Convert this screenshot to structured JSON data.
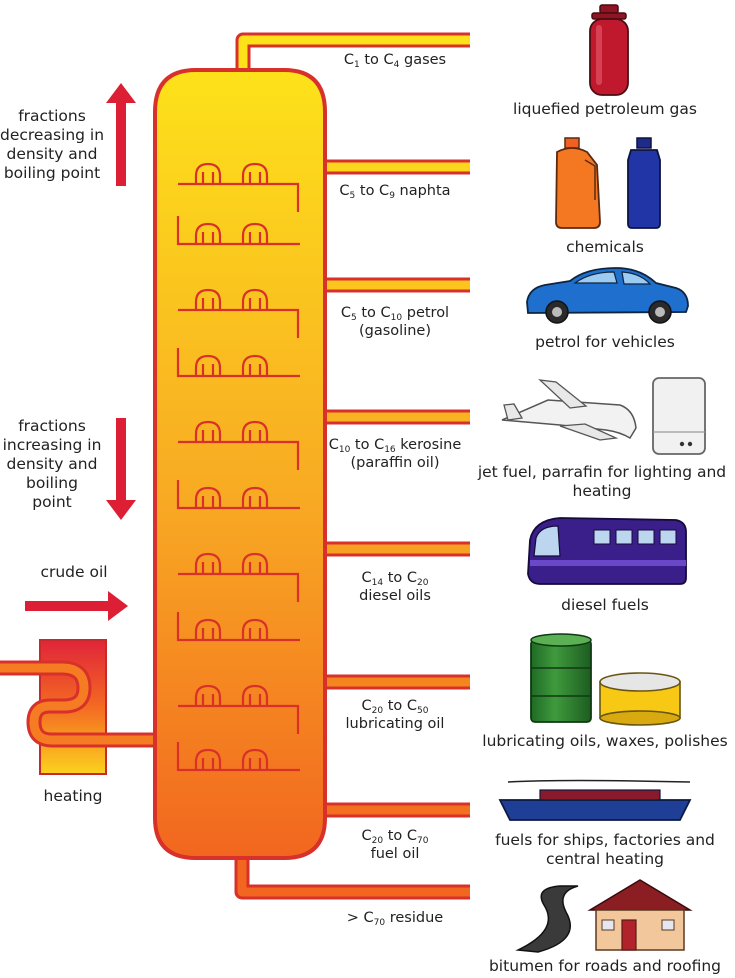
{
  "left_notes": {
    "up_arrow_text": [
      "fractions",
      "decreasing in",
      "density and",
      "boiling point"
    ],
    "down_arrow_text": [
      "fractions",
      "increasing in",
      "density and",
      "boiling",
      "point"
    ],
    "crude_oil": "crude oil",
    "heating": "heating"
  },
  "fractions": [
    {
      "c1": "1",
      "c2": "4",
      "line1_mid": "to",
      "line1_end": "gases",
      "line2": "",
      "use": [
        "liquefied petroleum gas"
      ],
      "icon": "gas-cylinder-icon"
    },
    {
      "c1": "5",
      "c2": "9",
      "line1_mid": "to",
      "line1_end": "naphta",
      "line2": "",
      "use": [
        "chemicals"
      ],
      "icon": "chemical-containers-icon"
    },
    {
      "c1": "5",
      "c2": "10",
      "line1_mid": "to",
      "line1_end": "petrol",
      "line2": "(gasoline)",
      "use": [
        "petrol for vehicles"
      ],
      "icon": "car-icon"
    },
    {
      "c1": "10",
      "c2": "16",
      "line1_mid": "to",
      "line1_end": "kerosine",
      "line2": "(paraffin oil)",
      "use": [
        "jet fuel, parrafin for lighting and",
        "heating"
      ],
      "icon": "jet-and-boiler-icon"
    },
    {
      "c1": "14",
      "c2": "20",
      "line1_mid": "to",
      "line1_end": "",
      "line2": "diesel oils",
      "use": [
        "diesel fuels"
      ],
      "icon": "train-icon"
    },
    {
      "c1": "20",
      "c2": "50",
      "line1_mid": "to",
      "line1_end": "",
      "line2": "lubricating oil",
      "use": [
        "lubricating oils, waxes, polishes"
      ],
      "icon": "oil-drum-and-tin-icon"
    },
    {
      "c1": "20",
      "c2": "70",
      "line1_mid": "to",
      "line1_end": "",
      "line2": "fuel oil",
      "use": [
        "fuels for ships, factories and",
        "central heating"
      ],
      "icon": "ship-icon"
    },
    {
      "c1": "",
      "c2": "70",
      "line1_mid": "> C",
      "line1_end": "residue",
      "line2": "",
      "use": [
        "bitumen for roads and roofing"
      ],
      "icon": "road-and-house-icon"
    }
  ],
  "colors": {
    "column_top": "#fde21a",
    "column_bottom": "#f2661f",
    "outline": "#d8302a",
    "arrow": "#dc1f35"
  }
}
